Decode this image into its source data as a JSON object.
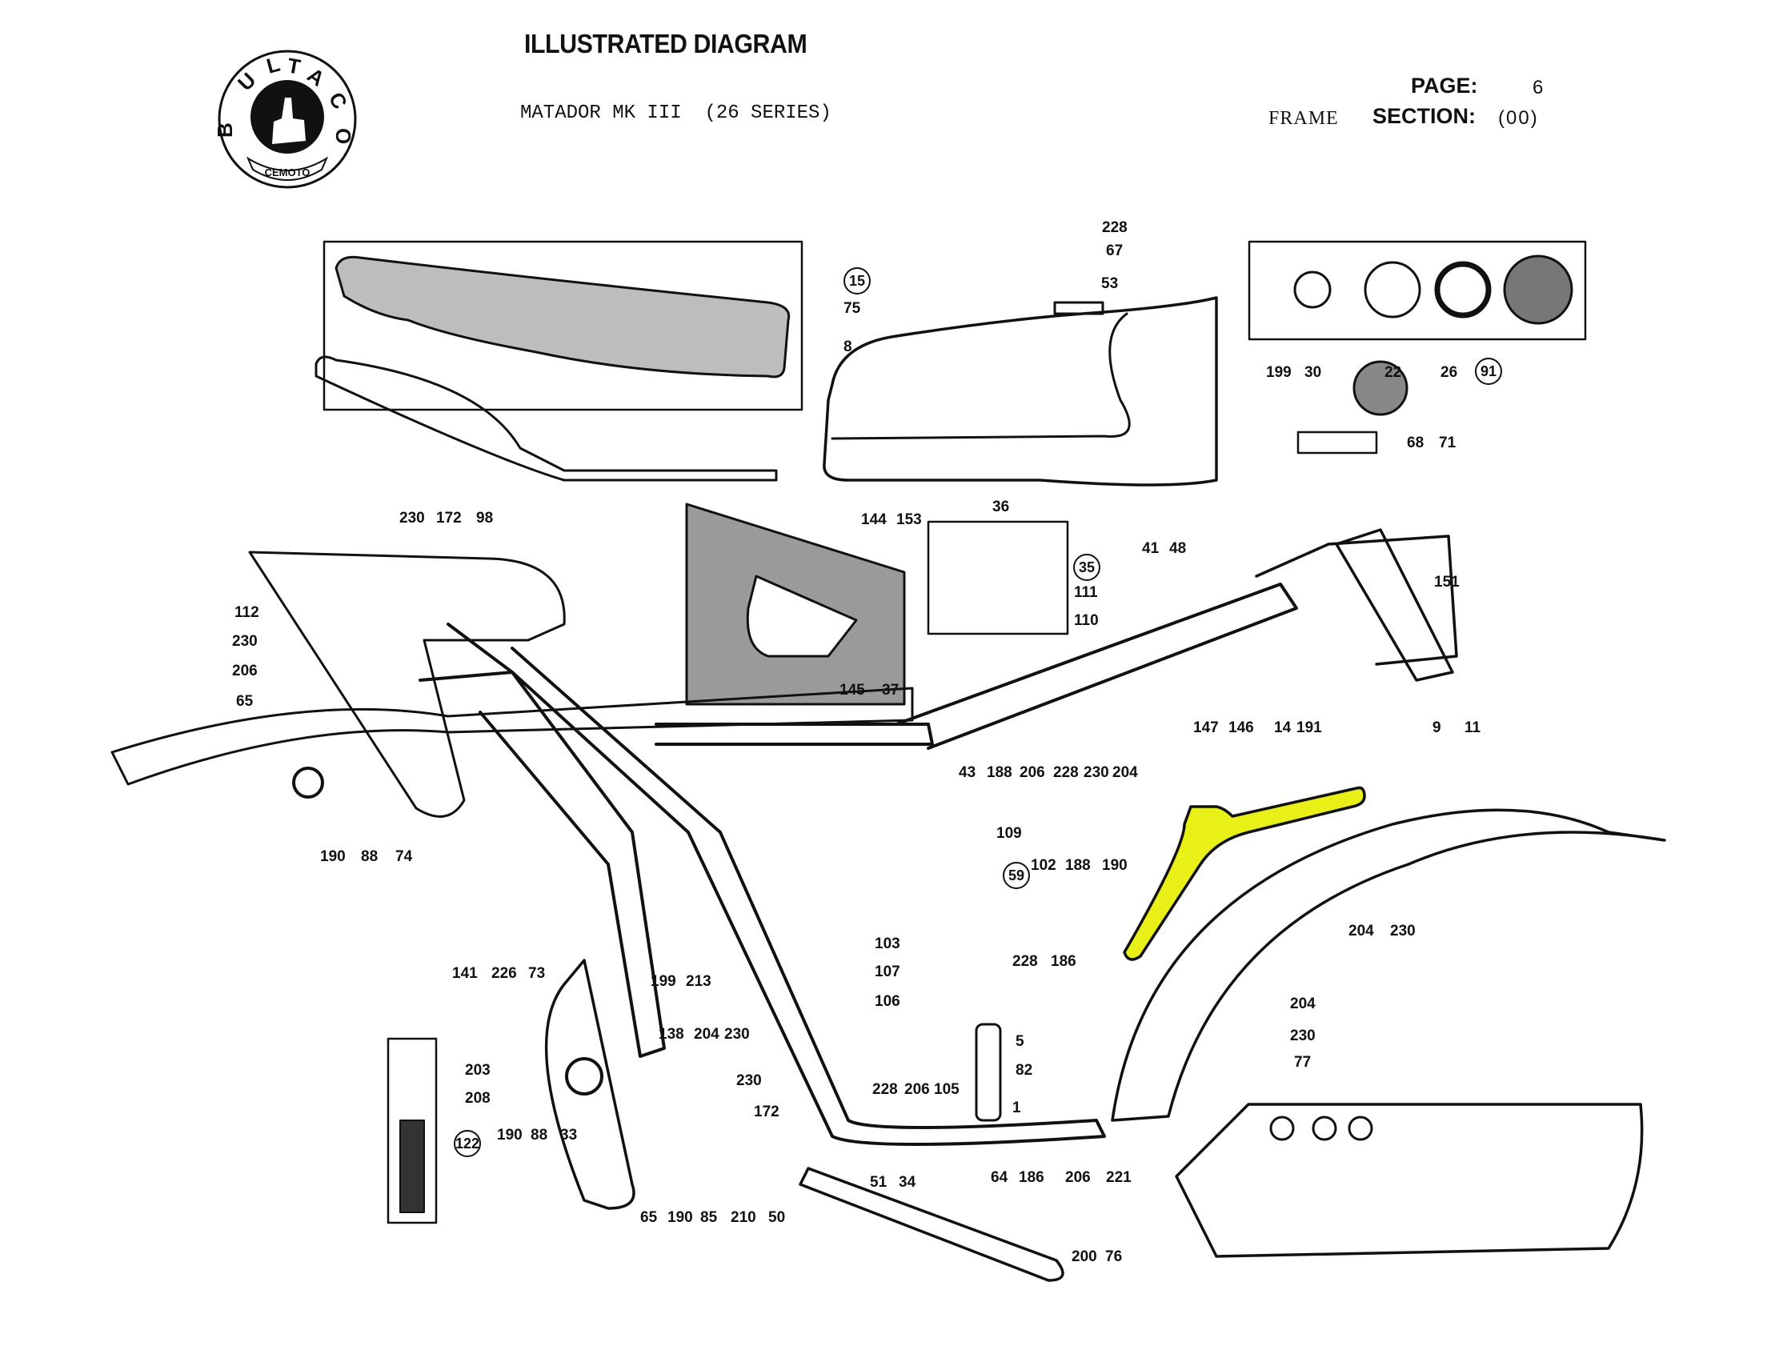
{
  "header": {
    "title": "ILLUSTRATED DIAGRAM",
    "model": "MATADOR MK III  (26 SERIES)",
    "page_label": "PAGE:",
    "page_value": "6",
    "group": "FRAME",
    "section_label": "SECTION:",
    "section_value": "(00)"
  },
  "logo": {
    "brand": "BULTACO",
    "banner": "CEMOTO",
    "icon": "thumbs-up-icon"
  },
  "highlight": {
    "part": "14",
    "color": "#e8f018"
  },
  "callouts": [
    {
      "id": "15",
      "circled": true
    },
    {
      "id": "75"
    },
    {
      "id": "8"
    },
    {
      "id": "228"
    },
    {
      "id": "67"
    },
    {
      "id": "53"
    },
    {
      "id": "199"
    },
    {
      "id": "30"
    },
    {
      "id": "22"
    },
    {
      "id": "26"
    },
    {
      "id": "91",
      "circled": true
    },
    {
      "id": "71"
    },
    {
      "id": "68"
    },
    {
      "id": "230"
    },
    {
      "id": "172"
    },
    {
      "id": "98"
    },
    {
      "id": "144"
    },
    {
      "id": "153"
    },
    {
      "id": "36"
    },
    {
      "id": "35",
      "circled": true
    },
    {
      "id": "111"
    },
    {
      "id": "110"
    },
    {
      "id": "41"
    },
    {
      "id": "48"
    },
    {
      "id": "151"
    },
    {
      "id": "145"
    },
    {
      "id": "37"
    },
    {
      "id": "112"
    },
    {
      "id": "230"
    },
    {
      "id": "206"
    },
    {
      "id": "65"
    },
    {
      "id": "147"
    },
    {
      "id": "146"
    },
    {
      "id": "14"
    },
    {
      "id": "191"
    },
    {
      "id": "9"
    },
    {
      "id": "11"
    },
    {
      "id": "43"
    },
    {
      "id": "188"
    },
    {
      "id": "206"
    },
    {
      "id": "228"
    },
    {
      "id": "230"
    },
    {
      "id": "204"
    },
    {
      "id": "109"
    },
    {
      "id": "59",
      "circled": true
    },
    {
      "id": "102"
    },
    {
      "id": "188"
    },
    {
      "id": "190"
    },
    {
      "id": "190"
    },
    {
      "id": "88"
    },
    {
      "id": "74"
    },
    {
      "id": "204"
    },
    {
      "id": "230"
    },
    {
      "id": "141"
    },
    {
      "id": "226"
    },
    {
      "id": "73"
    },
    {
      "id": "199"
    },
    {
      "id": "213"
    },
    {
      "id": "103"
    },
    {
      "id": "107"
    },
    {
      "id": "106"
    },
    {
      "id": "228"
    },
    {
      "id": "186"
    },
    {
      "id": "5"
    },
    {
      "id": "82"
    },
    {
      "id": "228"
    },
    {
      "id": "206"
    },
    {
      "id": "105"
    },
    {
      "id": "1"
    },
    {
      "id": "204"
    },
    {
      "id": "230"
    },
    {
      "id": "77"
    },
    {
      "id": "138"
    },
    {
      "id": "204"
    },
    {
      "id": "230"
    },
    {
      "id": "230"
    },
    {
      "id": "172"
    },
    {
      "id": "203"
    },
    {
      "id": "208"
    },
    {
      "id": "122",
      "circled": true
    },
    {
      "id": "190"
    },
    {
      "id": "88"
    },
    {
      "id": "33"
    },
    {
      "id": "65"
    },
    {
      "id": "190"
    },
    {
      "id": "85"
    },
    {
      "id": "210"
    },
    {
      "id": "50"
    },
    {
      "id": "51"
    },
    {
      "id": "34"
    },
    {
      "id": "64"
    },
    {
      "id": "186"
    },
    {
      "id": "206"
    },
    {
      "id": "221"
    },
    {
      "id": "200"
    },
    {
      "id": "76"
    }
  ]
}
